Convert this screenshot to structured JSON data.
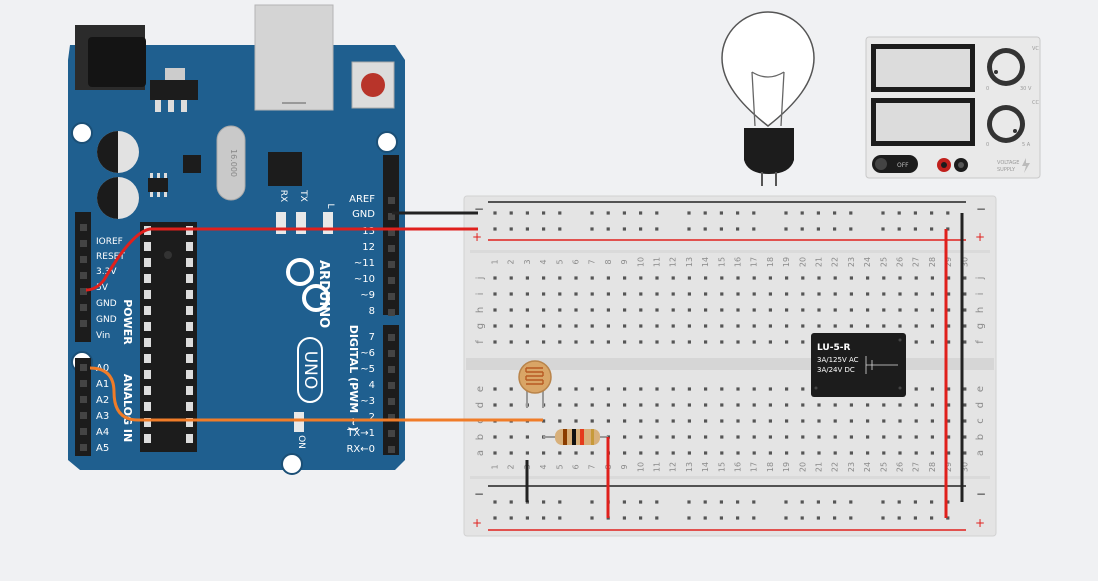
{
  "arduino": {
    "brand": "ARDUINO",
    "model": "UNO",
    "crystal_text": "16.000",
    "power_header_title": "POWER",
    "analog_header_title": "ANALOG IN",
    "digital_header_title": "DIGITAL (PWM ~)",
    "power_pins": [
      "IOREF",
      "RESET",
      "3.3V",
      "5V",
      "GND",
      "GND",
      "Vin"
    ],
    "analog_pins": [
      "A0",
      "A1",
      "A2",
      "A3",
      "A4",
      "A5"
    ],
    "digital_top_pins": [
      "AREF",
      "GND",
      "13",
      "12",
      "~11",
      "~10",
      "~9",
      "8"
    ],
    "digital_bottom_pins": [
      "7",
      "~6",
      "~5",
      "4",
      "~3",
      "2",
      "TX→1",
      "RX←0"
    ],
    "led_labels": [
      "RX",
      "TX",
      "L"
    ],
    "on_label": "ON"
  },
  "breadboard": {
    "columns": [
      "1",
      "2",
      "3",
      "4",
      "5",
      "6",
      "7",
      "8",
      "9",
      "10",
      "11",
      "12",
      "13",
      "14",
      "15",
      "16",
      "17",
      "18",
      "19",
      "20",
      "21",
      "22",
      "23",
      "24",
      "25",
      "26",
      "27",
      "28",
      "29",
      "30"
    ],
    "rows_top": [
      "j",
      "i",
      "h",
      "g",
      "f"
    ],
    "rows_bottom": [
      "e",
      "d",
      "c",
      "b",
      "a"
    ],
    "rail_minus": "−",
    "rail_plus": "+"
  },
  "relay": {
    "name": "LU-5-R",
    "rating_ac": "3A/125V AC",
    "rating_dc": "3A/24V DC"
  },
  "power_supply": {
    "off_label": "OFF",
    "voltage_label": "VOLTAGE",
    "supply_label": "SUPPLY",
    "vc_label": "VC",
    "cc_label": "CC",
    "knob1_min": "0",
    "knob1_max": "30 V",
    "knob2_min": "0",
    "knob2_max": "5 A"
  },
  "colors": {
    "arduino_board": "#1f5f8f",
    "breadboard": "#e4e4e4",
    "wire_red": "#e0201c",
    "wire_black": "#222222",
    "wire_orange": "#f07c28",
    "relay_body": "#1c1c1c"
  }
}
